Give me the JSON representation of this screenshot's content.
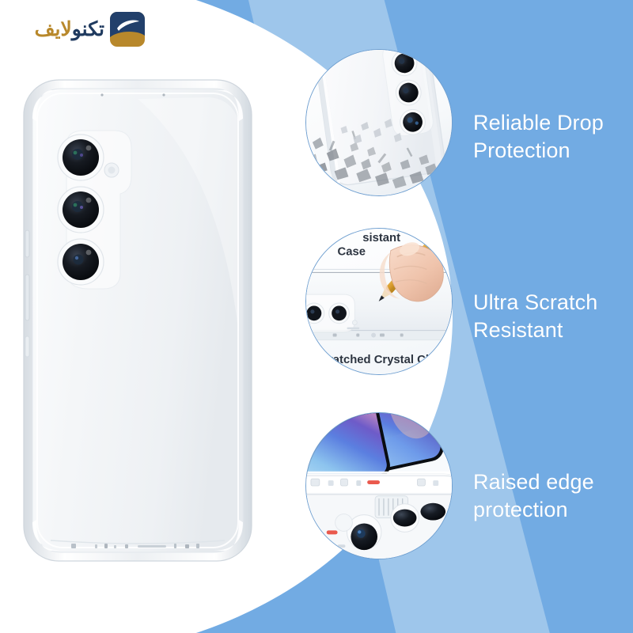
{
  "brand": {
    "name_rtl": "تکنولایف",
    "name_part_gold": "لایف",
    "name_part_dark": "تکنو",
    "logo_icon": "technolife-logo-icon",
    "colors": {
      "dark": "#1F3A5F",
      "gold": "#B8882B"
    }
  },
  "background": {
    "base_blue": "#72ABE3",
    "light_blue_band": "#A2C8EC",
    "white": "#FFFFFF"
  },
  "product": {
    "name": "clear-phone-case",
    "hero_image_alt": "Transparent phone case on white smartphone with triple rear camera",
    "camera_count": 3
  },
  "features": [
    {
      "id": "reliable-drop-protection",
      "lines": [
        "Reliable Drop",
        "Protection"
      ],
      "inset_alt": "Clear case protecting phone surrounded by shattered debris",
      "text_color": "#FFFFFF"
    },
    {
      "id": "ultra-scratch-resistant",
      "lines": [
        "Ultra Scratch",
        "Resistant"
      ],
      "inset_alt": "Hand holding pencil scratching clear phone case surface",
      "inset_caption_top_1": "sistant",
      "inset_caption_top_2": "Case",
      "inset_caption_bottom": "Scratched Crystal Cl",
      "text_color": "#FFFFFF"
    },
    {
      "id": "raised-edge-protection",
      "lines": [
        "Raised edge",
        "protection"
      ],
      "inset_alt": "Two phones with colorful gradient screens in clear raised-edge cases",
      "text_color": "#FFFFFF"
    }
  ]
}
